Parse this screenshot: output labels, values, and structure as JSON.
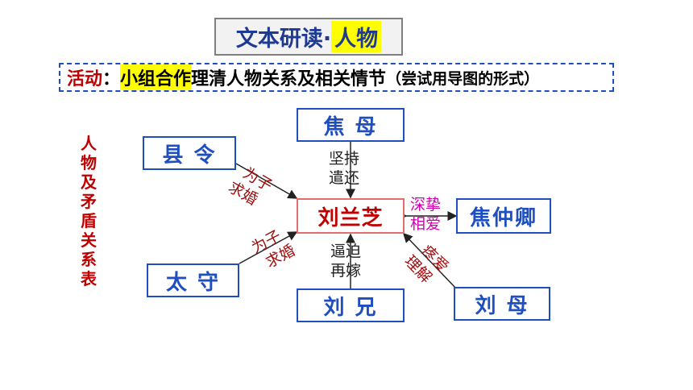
{
  "title": {
    "main": "文本研读·",
    "highlight": "人物"
  },
  "activity": {
    "label": "活动",
    "colon": "：",
    "highlight": "小组合作",
    "text": "理清人物关系及相关情节",
    "note": "（尝试用导图的形式）"
  },
  "side_label": [
    "人",
    "物",
    "及",
    "矛",
    "盾",
    "关",
    "系",
    "表"
  ],
  "nodes": {
    "center": "刘兰芝",
    "jiaomu": "焦 母",
    "xianling": "县 令",
    "taishou": "太 守",
    "liuxiong": "刘 兄",
    "liumu": "刘 母",
    "jiaozhongqing": "焦仲卿"
  },
  "edges": {
    "jiaomu": [
      "坚持",
      "遣还"
    ],
    "xianling": [
      "为子",
      "求婚"
    ],
    "taishou": [
      "为子",
      "求婚"
    ],
    "liuxiong": [
      "逼迫",
      "再嫁"
    ],
    "liumu": [
      "疼爱",
      "理解"
    ],
    "jiaozhongqing": [
      "深挚",
      "相爱"
    ]
  },
  "colors": {
    "blue": "#1f4fbf",
    "red": "#c00000",
    "magenta": "#d000b0",
    "maroon": "#a01010"
  }
}
